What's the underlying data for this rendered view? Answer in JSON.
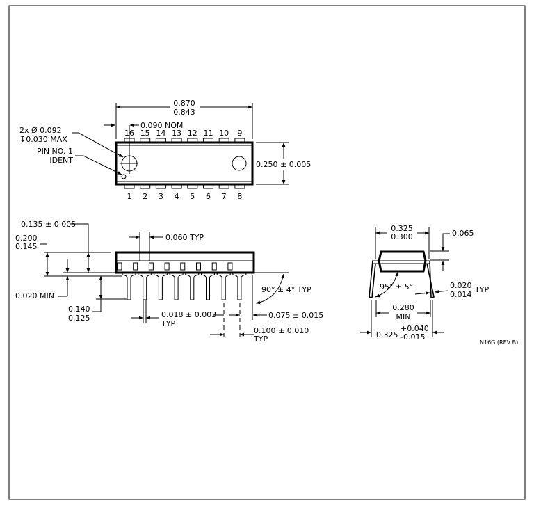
{
  "drawing_id": "N16G (REV B)",
  "top_view": {
    "length_max": "0.870",
    "length_min": "0.843",
    "pin1_offset": "0.090 NOM",
    "hole_spec_line1": "2x Ø 0.092",
    "hole_spec_line2": "↧0.030 MAX",
    "pin1_ident_line1": "PIN NO. 1",
    "pin1_ident_line2": "IDENT",
    "width": "0.250 ± 0.005",
    "pins_top": [
      "16",
      "15",
      "14",
      "13",
      "12",
      "11",
      "10",
      "9"
    ],
    "pins_bottom": [
      "1",
      "2",
      "3",
      "4",
      "5",
      "6",
      "7",
      "8"
    ]
  },
  "side_view": {
    "seating_height": "0.135 ± 0.005",
    "body_height_max": "0.200",
    "body_height_min": "0.145",
    "standoff": "0.020 MIN",
    "lead_length_max": "0.140",
    "lead_length_min": "0.125",
    "shoulder_width": "0.060 TYP",
    "lead_width": "0.018 ± 0.003",
    "lead_width_typ": "TYP",
    "lead_angle": "90° ± 4° TYP",
    "end_offset": "0.075 ± 0.015",
    "pitch": "0.100 ± 0.010",
    "pitch_typ": "TYP"
  },
  "end_view": {
    "body_width_max": "0.325",
    "body_width_min": "0.300",
    "lead_offset": "0.065",
    "angle": "95° ± 5°",
    "lead_thickness_max": "0.020",
    "lead_thickness_min": "0.014",
    "lead_thickness_typ": "TYP",
    "row_spacing_min": "0.280",
    "row_spacing_min_label": "MIN",
    "row_spacing_nom": "0.325",
    "row_spacing_plus": "+0.040",
    "row_spacing_minus": "-0.015"
  }
}
